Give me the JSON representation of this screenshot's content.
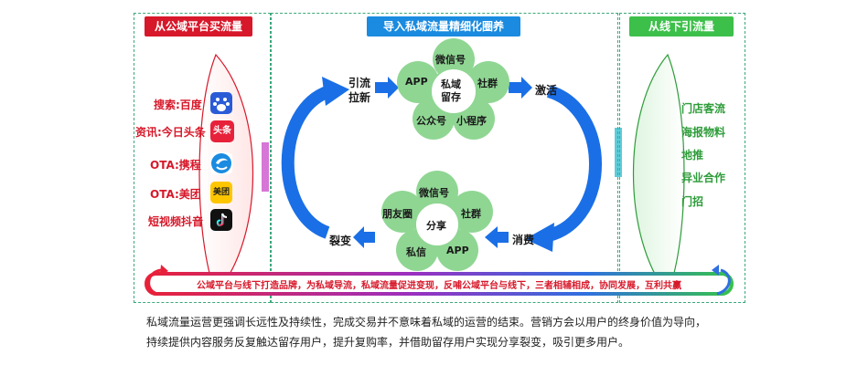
{
  "left": {
    "header": "从公域平台买流量",
    "items": [
      {
        "label": "搜索:百度",
        "icon": "baidu-icon"
      },
      {
        "label": "资讯:今日头条",
        "icon": "toutiao-icon",
        "icon_text": "头条"
      },
      {
        "label": "OTA:携程",
        "icon": "ctrip-icon"
      },
      {
        "label": "OTA:美团",
        "icon": "meituan-icon",
        "icon_text": "美团"
      },
      {
        "label": "短视频抖音",
        "icon": "douyin-icon"
      }
    ]
  },
  "middle": {
    "header": "导入私域流量精细化圈养",
    "top_flower": {
      "center": "私域\n留存",
      "petals": [
        "微信号",
        "社群",
        "小程序",
        "公众号",
        "APP"
      ]
    },
    "bottom_flower": {
      "center": "分享",
      "petals": [
        "微信号",
        "社群",
        "APP",
        "私信",
        "朋友圈"
      ]
    },
    "labels": {
      "yinliu": "引流",
      "laxin": "拉新",
      "jihuo": "激活",
      "xiaofei": "消费",
      "liebian": "裂变"
    }
  },
  "right": {
    "header": "从线下引流量",
    "items": [
      "门店客流",
      "海报物料",
      "地推",
      "异业合作",
      "门招"
    ]
  },
  "banner": "公域平台与线下打造品牌，为私域导流，私域流量促进变现，反哺公域平台与线下，三者相辅相成，协同发展，互利共赢",
  "caption": [
    "私域流量运营更强调长远性及持续性，完成交易并不意味着私域的运营的结束。营销方会以用户的终身价值为导向，",
    "持续提供内容服务反复触达留存用户，提升复购率，并借助留存用户实现分享裂变，吸引更多用户。"
  ],
  "colors": {
    "left_header": "#d7182a",
    "middle_header": "#1a8be0",
    "right_header": "#3cc04a",
    "flower": "#8fd693",
    "arrow": "#1a6fe6"
  }
}
